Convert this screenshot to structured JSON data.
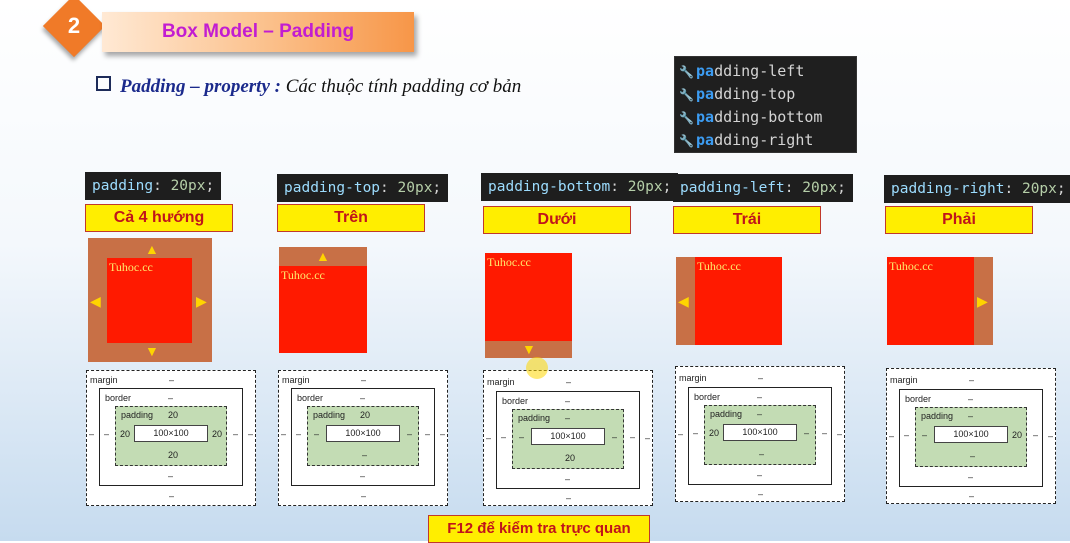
{
  "header": {
    "number": "2",
    "title": "Box Model – Padding"
  },
  "subtitle": {
    "bold": "Padding – property :",
    "rest": "Các thuộc tính padding cơ bản"
  },
  "autocomplete": {
    "items": [
      {
        "prefix": "pa",
        "rest": "dding-left"
      },
      {
        "prefix": "pa",
        "rest": "dding-top"
      },
      {
        "prefix": "pa",
        "rest": "dding-bottom"
      },
      {
        "prefix": "pa",
        "rest": "dding-right"
      }
    ]
  },
  "columns": [
    {
      "prop": "padding",
      "value": "20px",
      "label": "Cả 4 hướng",
      "demo_text": "Tuhoc.cc",
      "bm": {
        "margin": "margin",
        "border": "border",
        "padding": "padding",
        "content": "100×100",
        "margin_dash": "–",
        "border_dash": "–",
        "pad_top": "20",
        "pad_left": "20",
        "pad_right": "20",
        "pad_bottom": "20",
        "outer_left": "–",
        "outer_right": "–",
        "border_left": "–",
        "border_right": "–",
        "bottom_border": "–",
        "bottom_margin": "–"
      }
    },
    {
      "prop": "padding-top",
      "value": "20px",
      "label": "Trên",
      "demo_text": "Tuhoc.cc",
      "bm": {
        "margin": "margin",
        "border": "border",
        "padding": "padding",
        "content": "100×100",
        "margin_dash": "–",
        "border_dash": "–",
        "pad_top": "20",
        "pad_left": "–",
        "pad_right": "–",
        "pad_bottom": "–",
        "outer_left": "–",
        "outer_right": "–",
        "border_left": "–",
        "border_right": "–",
        "bottom_border": "–",
        "bottom_margin": "–"
      }
    },
    {
      "prop": "padding-bottom",
      "value": "20px",
      "label": "Dưới",
      "demo_text": "Tuhoc.cc",
      "bm": {
        "margin": "margin",
        "border": "border",
        "padding": "padding",
        "content": "100×100",
        "margin_dash": "–",
        "border_dash": "–",
        "pad_top": "–",
        "pad_left": "–",
        "pad_right": "–",
        "pad_bottom": "20",
        "outer_left": "–",
        "outer_right": "–",
        "border_left": "–",
        "border_right": "–",
        "bottom_border": "–",
        "bottom_margin": "–"
      }
    },
    {
      "prop": "padding-left",
      "value": "20px",
      "label": "Trái",
      "demo_text": "Tuhoc.cc",
      "bm": {
        "margin": "margin",
        "border": "border",
        "padding": "padding",
        "content": "100×100",
        "margin_dash": "–",
        "border_dash": "–",
        "pad_top": "–",
        "pad_left": "20",
        "pad_right": "–",
        "pad_bottom": "–",
        "outer_left": "–",
        "outer_right": "–",
        "border_left": "–",
        "border_right": "–",
        "bottom_border": "–",
        "bottom_margin": "–"
      }
    },
    {
      "prop": "padding-right",
      "value": "20px",
      "label": "Phải",
      "demo_text": "Tuhoc.cc",
      "bm": {
        "margin": "margin",
        "border": "border",
        "padding": "padding",
        "content": "100×100",
        "margin_dash": "–",
        "border_dash": "–",
        "pad_top": "–",
        "pad_left": "–",
        "pad_right": "20",
        "pad_bottom": "–",
        "outer_left": "–",
        "outer_right": "–",
        "border_left": "–",
        "border_right": "–",
        "bottom_border": "–",
        "bottom_margin": "–"
      }
    }
  ],
  "footer_label": "F12 để kiểm tra trực quan",
  "colors": {
    "padding_area": "#c87046",
    "content_area": "#ff1a00",
    "label_bg": "#ffee00",
    "label_text": "#c0141b",
    "title_text": "#c21dd1"
  }
}
